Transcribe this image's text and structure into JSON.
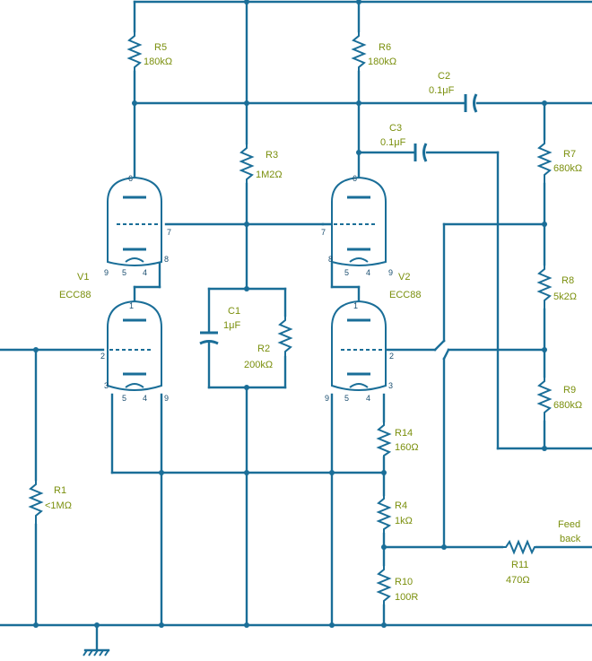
{
  "components": {
    "R5": {
      "ref": "R5",
      "value": "180kΩ"
    },
    "R6": {
      "ref": "R6",
      "value": "180kΩ"
    },
    "R3": {
      "ref": "R3",
      "value": "1M2Ω"
    },
    "R7": {
      "ref": "R7",
      "value": "680kΩ"
    },
    "R8": {
      "ref": "R8",
      "value": "5k2Ω"
    },
    "R9": {
      "ref": "R9",
      "value": "680kΩ"
    },
    "R2": {
      "ref": "R2",
      "value": "200kΩ"
    },
    "R1": {
      "ref": "R1",
      "value": "<1MΩ"
    },
    "R14": {
      "ref": "R14",
      "value": "160Ω"
    },
    "R4": {
      "ref": "R4",
      "value": "1kΩ"
    },
    "R10": {
      "ref": "R10",
      "value": "100R"
    },
    "R11": {
      "ref": "R11",
      "value": "470Ω"
    },
    "C1": {
      "ref": "C1",
      "value": "1μF"
    },
    "C2": {
      "ref": "C2",
      "value": "0.1μF"
    },
    "C3": {
      "ref": "C3",
      "value": "0.1μF"
    },
    "V1": {
      "ref": "V1",
      "value": "ECC88"
    },
    "V2": {
      "ref": "V2",
      "value": "ECC88"
    }
  },
  "feedback": {
    "line1": "Feed",
    "line2": "back"
  },
  "pins": {
    "v1_top_anode": "6",
    "v1_top_grid": "7",
    "v1_top_cathode": "8",
    "v1_top_heater_a": "9",
    "v1_top_heater_b": "5",
    "v1_top_heater_c": "4",
    "v1_bot_anode": "1",
    "v1_bot_grid": "2",
    "v1_bot_cathode": "3",
    "v1_bot_heater_a": "9",
    "v1_bot_heater_b": "5",
    "v1_bot_heater_c": "4",
    "v2_top_anode": "6",
    "v2_top_grid": "7",
    "v2_top_cathode": "8",
    "v2_top_heater_a": "9",
    "v2_top_heater_b": "5",
    "v2_top_heater_c": "4",
    "v2_bot_anode": "1",
    "v2_bot_grid": "2",
    "v2_bot_cathode": "3",
    "v2_bot_heater_a": "9",
    "v2_bot_heater_b": "5",
    "v2_bot_heater_c": "4"
  }
}
